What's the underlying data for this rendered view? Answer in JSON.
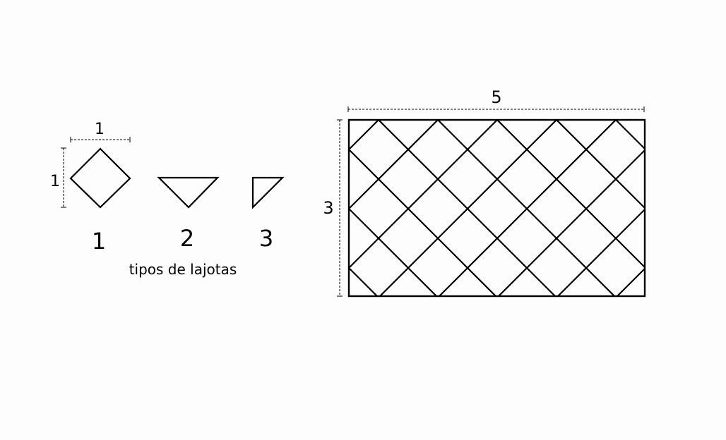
{
  "tiles": {
    "dim_width": "1",
    "dim_height": "1",
    "tile1_number": "1",
    "tile2_number": "2",
    "tile3_number": "3",
    "caption": "tipos de lajotas"
  },
  "floor": {
    "dim_width": "5",
    "dim_height": "3"
  }
}
